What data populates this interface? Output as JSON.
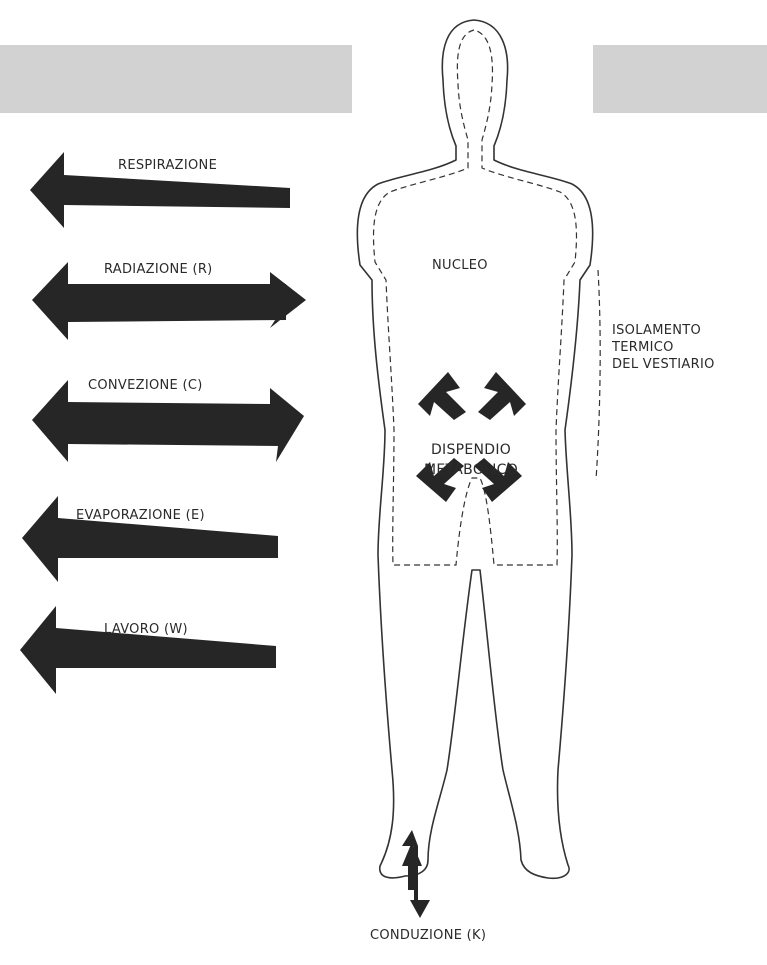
{
  "flows": {
    "respirazione": "RESPIRAZIONE",
    "radiazione": "RADIAZIONE (R)",
    "convezione": "CONVEZIONE (C)",
    "evaporazione": "EVAPORAZIONE (E)",
    "lavoro": "LAVORO (W)",
    "conduzione": "CONDUZIONE (K)"
  },
  "body": {
    "nucleo": "NUCLEO",
    "dispendio_line1": "DISPENDIO",
    "dispendio_line2": "METABOLICO"
  },
  "insulation": {
    "line1": "ISOLAMENTO",
    "line2": "TERMICO",
    "line3": "DEL VESTIARIO"
  },
  "colors": {
    "arrow": "#262626",
    "band": "#d2d2d2",
    "outline": "#333333"
  }
}
